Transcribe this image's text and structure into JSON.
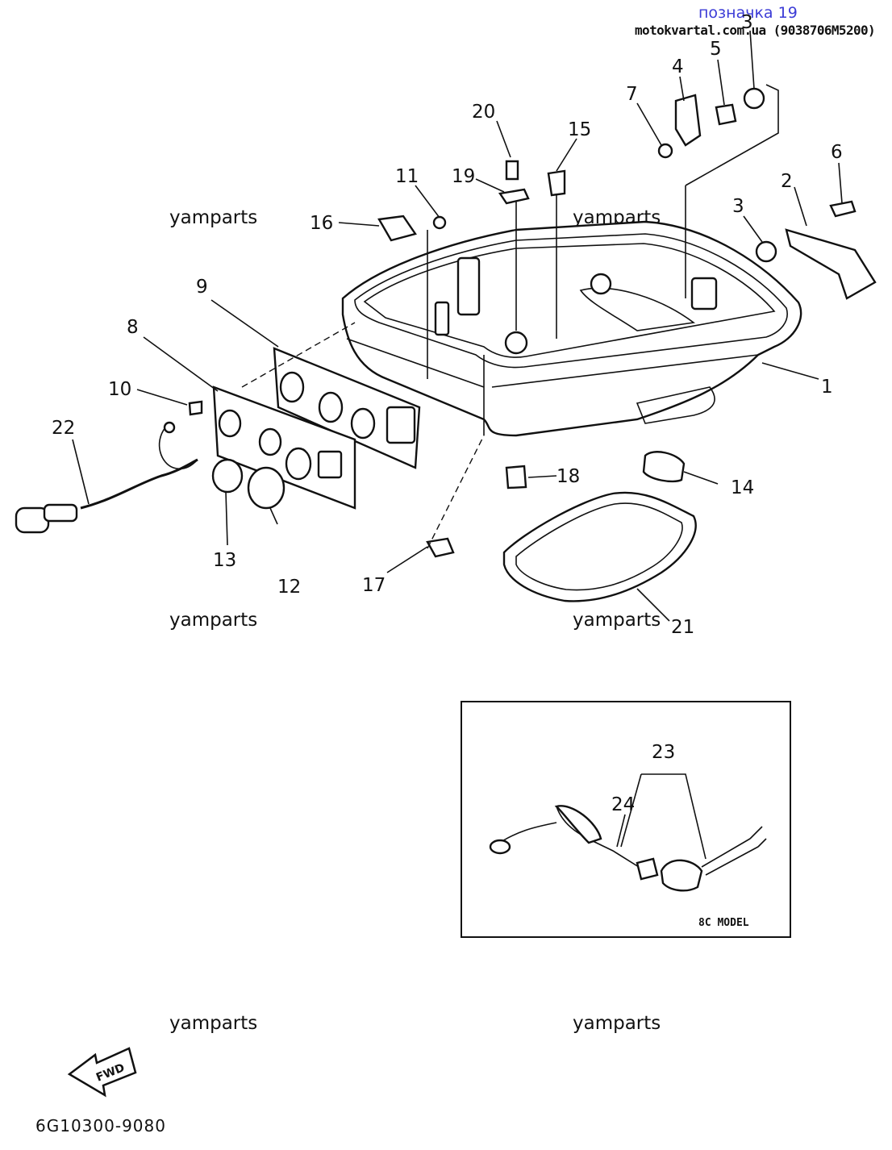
{
  "header": {
    "link_text": "позначка 19",
    "source_text": "motokvartal.com.ua (9038706M5200)"
  },
  "watermarks": [
    "yamparts",
    "yamparts",
    "yamparts",
    "yamparts",
    "yamparts",
    "yamparts"
  ],
  "diagram": {
    "callouts": [
      "1",
      "2",
      "3",
      "3",
      "4",
      "5",
      "6",
      "7",
      "8",
      "9",
      "10",
      "11",
      "12",
      "13",
      "14",
      "15",
      "16",
      "17",
      "18",
      "19",
      "20",
      "21",
      "22",
      "23",
      "24"
    ],
    "inset_label": "8C  MODEL",
    "fwd_label": "FWD",
    "code": "6G10300-9080"
  }
}
